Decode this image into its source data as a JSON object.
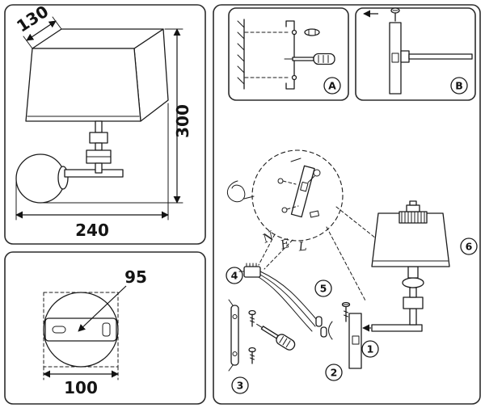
{
  "lamp_view": {
    "depth": "130",
    "height": "300",
    "width": "240"
  },
  "plate_view": {
    "diameter": "95",
    "width": "100"
  },
  "steps": {
    "a": "A",
    "b": "B",
    "n1": "1",
    "n2": "2",
    "n3": "3",
    "n4": "4",
    "n5": "5",
    "n6": "6"
  },
  "watermark": {
    "l1": "N",
    "l2": "E",
    "l3": "L"
  }
}
